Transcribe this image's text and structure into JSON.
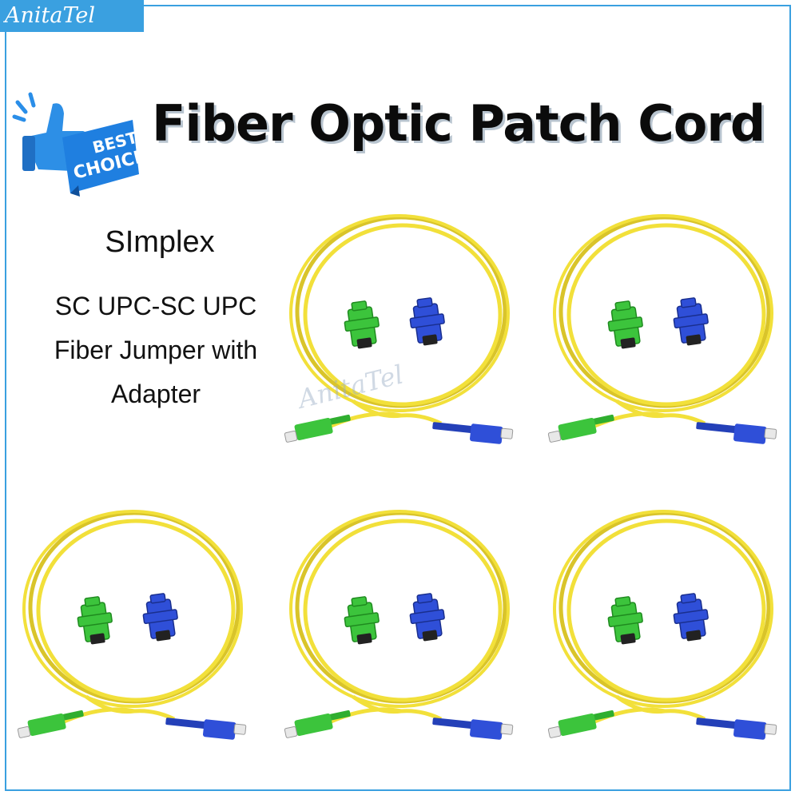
{
  "brand": {
    "name": "AnitaTel"
  },
  "title": "Fiber Optic Patch Cord",
  "badge": {
    "line1": "BEST",
    "line2": "CHOICE",
    "icon": "thumbs-up-icon"
  },
  "subtitle": "SImplex",
  "description": [
    "SC UPC-SC UPC",
    "Fiber Jumper with",
    "Adapter"
  ],
  "watermark": "AnitaTel",
  "colors": {
    "accent": "#3aa0e0",
    "cable": "#f2e03a",
    "green_connector": "#3cc43c",
    "blue_connector": "#2f4fd8"
  }
}
